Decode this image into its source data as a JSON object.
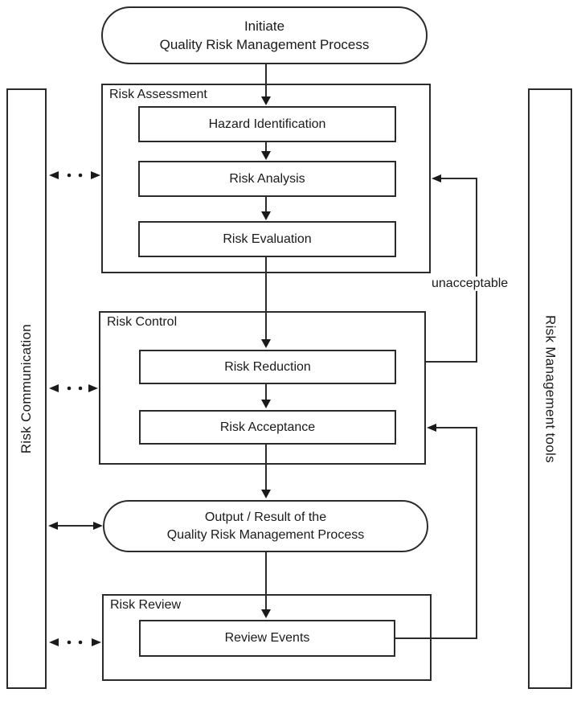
{
  "colors": {
    "line": "#2b2b2b",
    "text": "#1a1a1a",
    "background": "#ffffff",
    "node_fill": "#ffffff"
  },
  "sidebars": {
    "risk_communication": "Risk Communication",
    "risk_management_tools": "Risk Management tools"
  },
  "start": {
    "line1": "Initiate",
    "line2": "Quality Risk Management Process"
  },
  "sections": {
    "risk_assessment": {
      "title": "Risk Assessment",
      "steps": [
        "Hazard Identification",
        "Risk Analysis",
        "Risk Evaluation"
      ]
    },
    "risk_control": {
      "title": "Risk Control",
      "steps": [
        "Risk Reduction",
        "Risk Acceptance"
      ]
    },
    "risk_review": {
      "title": "Risk Review",
      "steps": [
        "Review Events"
      ]
    }
  },
  "output": {
    "line1": "Output / Result of the",
    "line2": "Quality Risk Management Process"
  },
  "edge_labels": {
    "unacceptable": "unacceptable"
  }
}
